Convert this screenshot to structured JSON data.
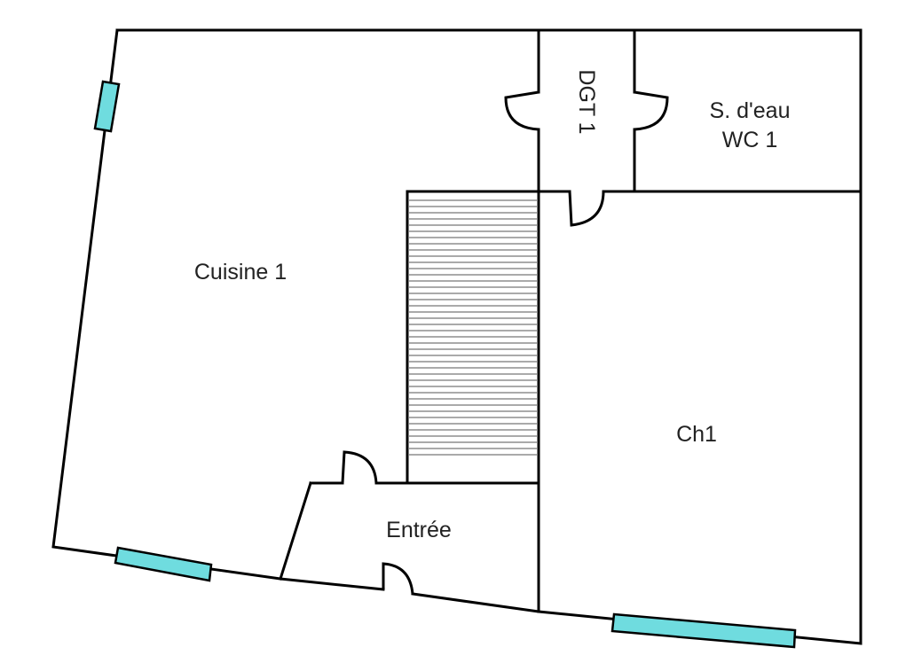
{
  "plan": {
    "rooms": [
      {
        "id": "cuisine",
        "label": "Cuisine 1"
      },
      {
        "id": "dgt",
        "label": "DGT 1"
      },
      {
        "id": "sdeau_line1",
        "label": "S. d'eau"
      },
      {
        "id": "sdeau_line2",
        "label": "WC 1"
      },
      {
        "id": "ch1",
        "label": "Ch1"
      },
      {
        "id": "entree",
        "label": "Entrée"
      }
    ],
    "colors": {
      "wall": "#000000",
      "window": "#6fdcdf",
      "stair_tread": "#555555",
      "background": "#ffffff"
    }
  }
}
